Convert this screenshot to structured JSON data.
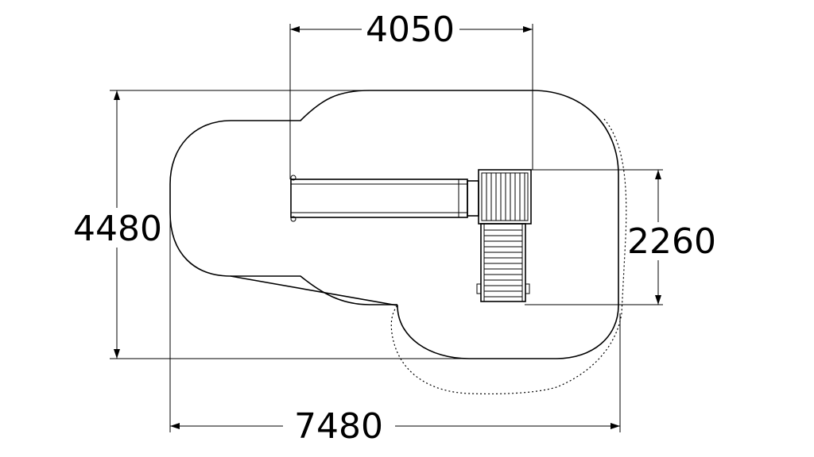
{
  "dimensions": {
    "top_width": "4050",
    "overall_height": "4480",
    "platform_depth": "2260",
    "overall_width": "7480"
  }
}
